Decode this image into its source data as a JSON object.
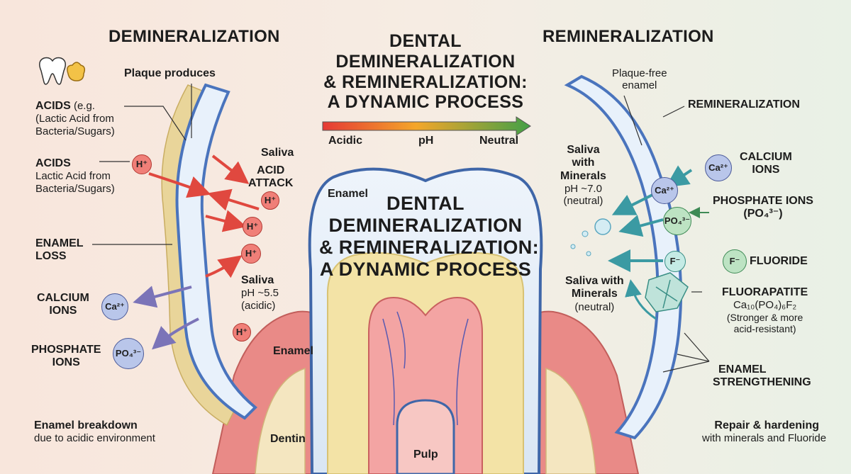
{
  "header": {
    "left": "DEMINERALIZATION",
    "right": "REMINERALIZATION",
    "main_title": [
      "DENTAL",
      "DEMINERALIZATION",
      "& REMINERALIZATION:",
      "A DYNAMIC PROCESS"
    ],
    "center_title": [
      "DENTAL",
      "DEMINERALIZATION",
      "& REMINERALIZATION:",
      "A DYNAMIC PROCESS"
    ]
  },
  "ph_scale": {
    "left": "Acidic",
    "mid": "pH",
    "right": "Neutral"
  },
  "left_panel": {
    "plaque": "Plaque produces",
    "acids_top": [
      "ACIDS",
      " (e.g.",
      "(Lactic Acid from",
      "Bacteria/Sugars)"
    ],
    "acids_mid": [
      "ACIDS",
      "Lactic Acid from",
      "Bacteria/Sugars)"
    ],
    "enamel_loss": [
      "ENAMEL",
      "LOSS"
    ],
    "calcium": [
      "CALCIUM",
      "IONS"
    ],
    "phosphate": [
      "PHOSPHATE",
      "IONS"
    ],
    "saliva_top": "Saliva",
    "acid_attack": [
      "ACID",
      "ATTACK"
    ],
    "saliva_ph": [
      "Saliva",
      "pH ~5.5",
      "(acidic)"
    ],
    "footer": [
      "Enamel breakdown",
      "due to acidic environment"
    ]
  },
  "center_panel": {
    "enamel_top": "Enamel",
    "enamel_low": "Enamel",
    "dentin": "Dentin",
    "pulp": "Pulp"
  },
  "right_panel": {
    "plaque_free": [
      "Plaque-free",
      "enamel"
    ],
    "remineralization": "REMINERALIZATION",
    "saliva_minerals": [
      "Saliva",
      "with",
      "Minerals",
      "pH ~7.0",
      "(neutral)"
    ],
    "calcium": [
      "CALCIUM",
      "IONS"
    ],
    "phosphate": [
      "PHOSPHATE IONS",
      "(PO₄³⁻)"
    ],
    "fluoride": "FLUORIDE",
    "saliva_with": [
      "Saliva with",
      "Minerals",
      "(neutral)"
    ],
    "fluorapatite": [
      "FLUORAPATITE",
      "Ca₁₀(PO₄)₆F₂",
      "(Stronger & more",
      "acid-resistant)"
    ],
    "strengthening": [
      "ENAMEL",
      "STRENGTHENING"
    ],
    "footer": [
      "Repair & hardening",
      "with minerals and Fluoride"
    ]
  },
  "ions": {
    "h": "H⁺",
    "ca": "Ca²⁺",
    "po4": "PO₄³⁻",
    "f": "F⁻"
  },
  "colors": {
    "acid": "#e0483f",
    "neutral": "#43a047",
    "enamel": "#5a7fc0",
    "gum": "#e98a87",
    "dentin": "#f3e3a6"
  }
}
